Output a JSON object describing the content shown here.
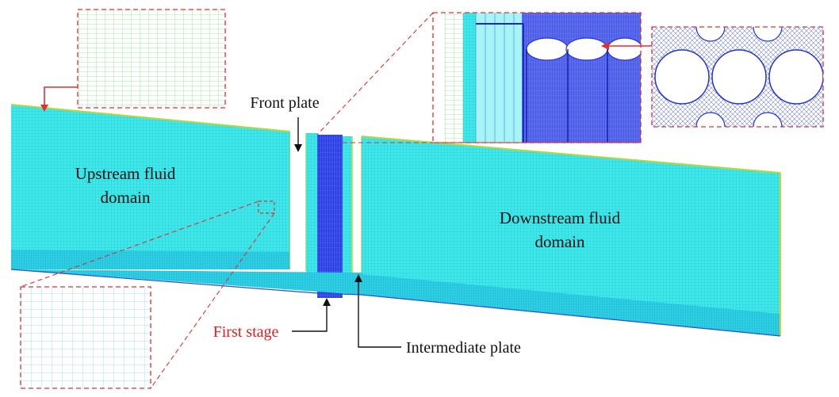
{
  "labels": {
    "upstream_line1": "Upstream fluid",
    "upstream_line2": "domain",
    "downstream_line1": "Downstream fluid",
    "downstream_line2": "domain",
    "front_plate": "Front plate",
    "first_stage": "First stage",
    "intermediate_plate": "Intermediate plate"
  },
  "colors": {
    "mesh_fill": "#33e6e6",
    "mesh_line": "#1aa6c8",
    "inset_green": "#7ee07e",
    "inset_cyan": "#7fd6e8",
    "tube_blue": "#2233dd",
    "callout_red": "#e03030",
    "first_stage_text": "#e02020",
    "label_text": "#111111",
    "edge_green": "#9acd32",
    "bottom_edge": "#2255cc"
  },
  "icons": {
    "pointer_arrow": "arrow-icon"
  }
}
